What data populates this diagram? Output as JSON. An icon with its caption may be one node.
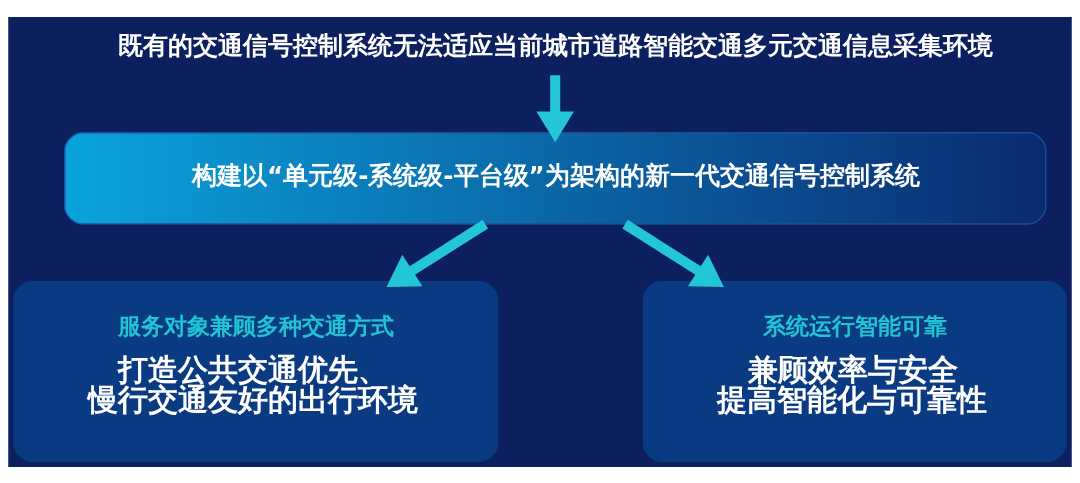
{
  "diagram": {
    "nodes": [
      {
        "text": [
          "既有的交通信号控制系统无法适应当前城市道路智能交通多元交通信息采集环境"
        ]
      },
      {
        "text": [
          "构建以“单元级-系统级-平台级”为架构的新一代交通信号控制系统"
        ]
      },
      {
        "text": [
          "服务对象兼顾多种交通方式",
          "打造公共交通优先、慢行交通友好的出行环境"
        ]
      },
      {
        "text": [
          "系统运行智能可靠",
          "兼顾效率与安全提高智能化与可靠性"
        ]
      }
    ],
    "edges": [
      {
        "from": 0,
        "to": 1,
        "arrow": "to"
      },
      {
        "from": 1,
        "to": 2,
        "arrow": "to"
      },
      {
        "from": 1,
        "to": 3,
        "arrow": "to"
      }
    ]
  }
}
